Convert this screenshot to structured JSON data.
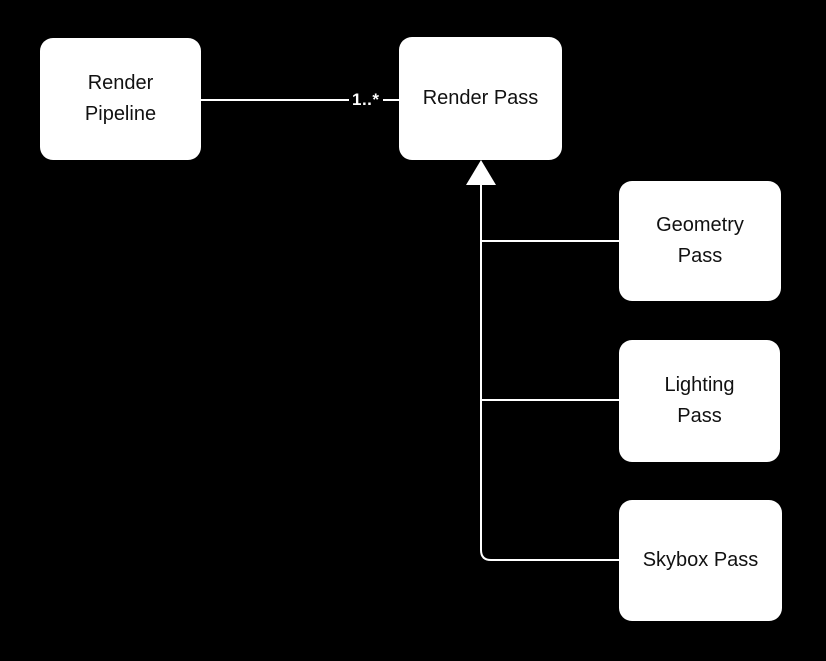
{
  "diagram": {
    "colors": {
      "background": "#000000",
      "node_fill": "#ffffff",
      "node_text": "#111111",
      "line": "#ffffff"
    },
    "nodes": {
      "render_pipeline": {
        "label": "Render\nPipeline"
      },
      "render_pass": {
        "label": "Render Pass"
      },
      "geometry_pass": {
        "label": "Geometry\nPass"
      },
      "lighting_pass": {
        "label": "Lighting\nPass"
      },
      "skybox_pass": {
        "label": "Skybox Pass"
      }
    },
    "edges": {
      "pipeline_to_render_pass": {
        "multiplicity": "1..*"
      }
    }
  }
}
